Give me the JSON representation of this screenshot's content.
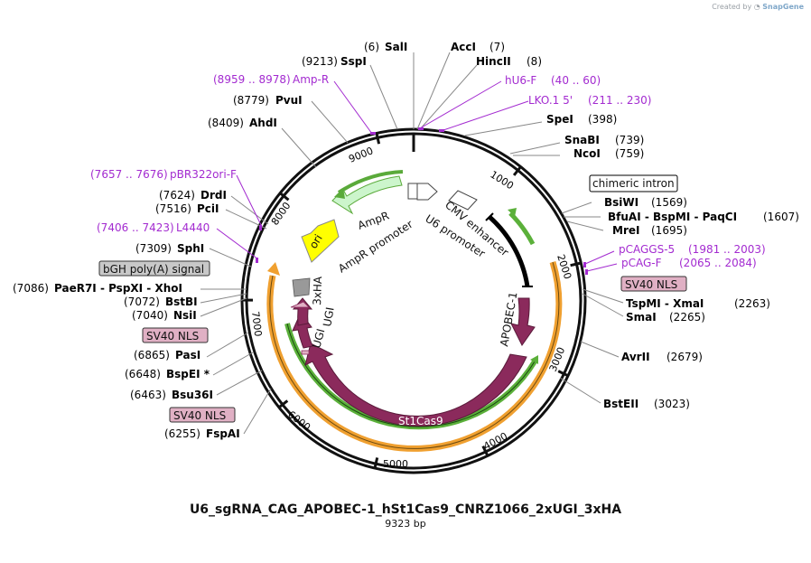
{
  "credit": {
    "prefix": "Created by",
    "brand": "SnapGene"
  },
  "plasmid": {
    "name": "U6_sgRNA_CAG_APOBEC-1_hSt1Cas9_CNRZ1066_2xUGI_3xHA",
    "length_label": "9323 bp",
    "length": 9323
  },
  "ticks": [
    1000,
    2000,
    3000,
    4000,
    5000,
    6000,
    7000,
    8000,
    9000
  ],
  "tick_labels": [
    "1000",
    "2000",
    "3000",
    "4000",
    "5000",
    "6000",
    "7000",
    "8000",
    "9000"
  ],
  "enzymes": [
    {
      "pos": "(6)",
      "name": "SalI"
    },
    {
      "pos": "(7)",
      "name": "AccI"
    },
    {
      "pos": "(8)",
      "name": "HincII"
    },
    {
      "pos": "(9213)",
      "name": "SspI"
    },
    {
      "pos": "(8779)",
      "name": "PvuI"
    },
    {
      "pos": "(8409)",
      "name": "AhdI"
    },
    {
      "pos": "(398)",
      "name": "SpeI"
    },
    {
      "pos": "(739)",
      "name": "SnaBI"
    },
    {
      "pos": "(759)",
      "name": "NcoI"
    },
    {
      "pos": "(1569)",
      "name": "BsiWI"
    },
    {
      "pos": "(1607)",
      "name": "BfuAI - BspMI - PaqCI"
    },
    {
      "pos": "(1695)",
      "name": "MreI"
    },
    {
      "pos": "(2263)",
      "name": "TspMI - XmaI"
    },
    {
      "pos": "(2265)",
      "name": "SmaI"
    },
    {
      "pos": "(2679)",
      "name": "AvrII"
    },
    {
      "pos": "(3023)",
      "name": "BstEII"
    },
    {
      "pos": "(7624)",
      "name": "DrdI"
    },
    {
      "pos": "(7516)",
      "name": "PciI"
    },
    {
      "pos": "(7309)",
      "name": "SphI"
    },
    {
      "pos": "(7086)",
      "name": "PaeR7I - PspXI - XhoI"
    },
    {
      "pos": "(7072)",
      "name": "BstBI"
    },
    {
      "pos": "(7040)",
      "name": "NsiI"
    },
    {
      "pos": "(6865)",
      "name": "PasI"
    },
    {
      "pos": "(6648)",
      "name": "BspEI *"
    },
    {
      "pos": "(6463)",
      "name": "Bsu36I"
    },
    {
      "pos": "(6255)",
      "name": "FspAI"
    }
  ],
  "primers": [
    {
      "range": "(8959 .. 8978)",
      "name": "Amp-R"
    },
    {
      "range": "(40 .. 60)",
      "name": "hU6-F"
    },
    {
      "range": "(211 .. 230)",
      "name": "LKO.1 5'"
    },
    {
      "range": "(7657 .. 7676)",
      "name": "pBR322ori-F"
    },
    {
      "range": "(7406 .. 7423)",
      "name": "L4440"
    },
    {
      "range": "(1981 .. 2003)",
      "name": "pCAGGS-5"
    },
    {
      "range": "(2065 .. 2084)",
      "name": "pCAG-F"
    }
  ],
  "boxed_features": [
    {
      "name": "chimeric intron"
    },
    {
      "name": "SV40 NLS"
    },
    {
      "name": "bGH poly(A) signal"
    },
    {
      "name": "SV40 NLS"
    },
    {
      "name": "SV40 NLS"
    }
  ],
  "feature_labels": {
    "ampr": "AmpR",
    "ampr_promoter": "AmpR promoter",
    "ori": "ori",
    "u6_promoter": "U6 promoter",
    "cmv_enhancer": "CMV enhancer",
    "apobec": "APOBEC-1",
    "st1cas9": "St1Cas9",
    "ugi1": "UGI",
    "ugi2": "UGI",
    "ha": "3xHA"
  },
  "colors": {
    "backbone": "#111111",
    "cds": "#8b2a5c",
    "ampr_fill": "#ccf5cc",
    "ampr_stroke": "#5aaa3a",
    "ori": "#ffff00",
    "primer": "#a32bd0",
    "enhancer": "#000000",
    "orange_bar": "#f0a030",
    "green_bar": "#5bb03a",
    "nls_box": "#e0b0c4",
    "polya_box": "#c8c8c8"
  }
}
